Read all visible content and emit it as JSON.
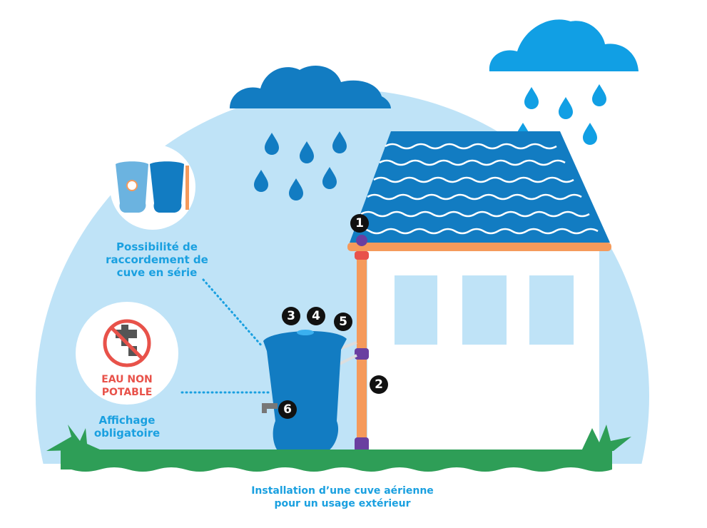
{
  "illustration": {
    "series_label": "Possibilité de raccordement de cuve en série",
    "series_label_lines": [
      "Possibilité de",
      "raccordement de",
      "cuve en série"
    ],
    "sign_lines": [
      "EAU NON",
      "POTABLE"
    ],
    "sign_caption_lines": [
      "Affichage",
      "obligatoire"
    ],
    "caption_lines": [
      "Installation d’une cuve aérienne",
      "pour un usage extérieur"
    ],
    "badges": [
      "1",
      "2",
      "3",
      "4",
      "5",
      "6"
    ]
  },
  "colors": {
    "sky": "#bfe3f7",
    "cloud_dark": "#127cc2",
    "cloud_light": "#119fe4",
    "tank": "#127cc2",
    "pipe": "#f59a5b",
    "grass": "#2e9e57",
    "sign_red": "#e8524a",
    "text_blue": "#1aa0e0"
  }
}
